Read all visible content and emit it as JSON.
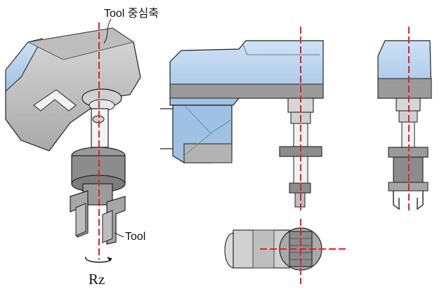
{
  "labels": {
    "axis_label": "Tool 중심축",
    "tool_label": "Tool",
    "rotation_label": "Rz"
  },
  "colors": {
    "arm_blue": "#b9d3ee",
    "arm_blue_dark": "#8fb3d8",
    "arm_gray": "#c9c9c9",
    "gripper_gray": "#8c8c8c",
    "axis_red": "#d9262c",
    "outline": "#222222"
  }
}
